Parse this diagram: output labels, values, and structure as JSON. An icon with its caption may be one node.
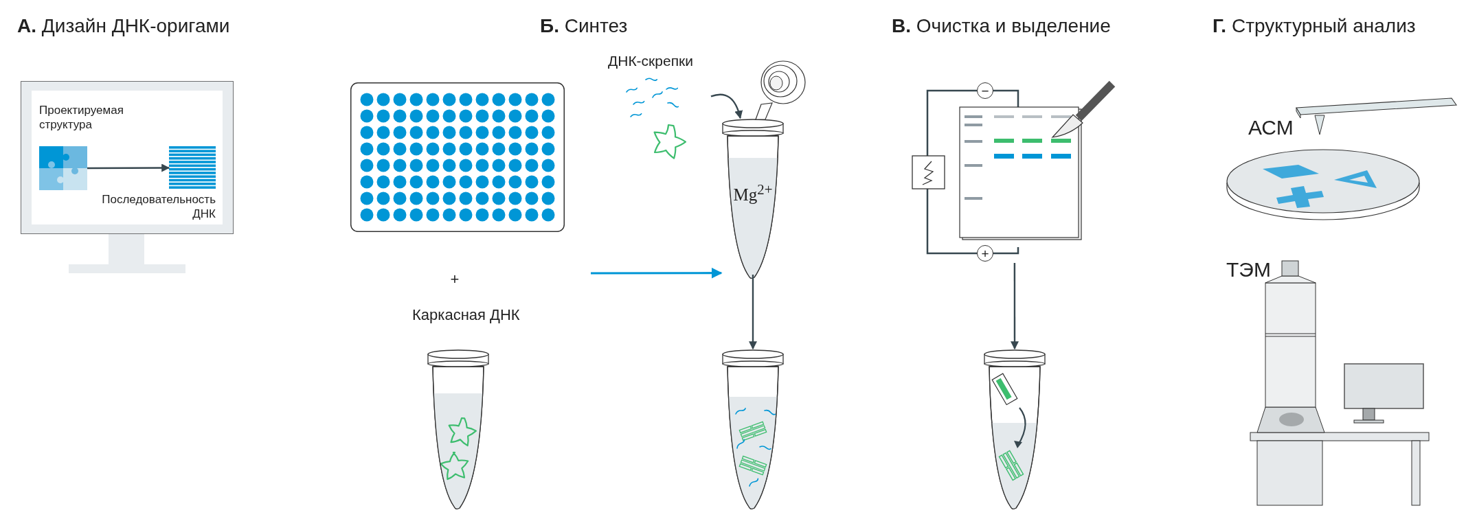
{
  "diagram": {
    "nodes": [
      {
        "text": [],
        "shape": "picture"
      },
      {
        "text": [],
        "shape": "picture",
        "in": 0
      },
      {
        "text": [],
        "shape": "picture",
        "in": 0
      },
      {
        "text": [],
        "shape": "picture"
      },
      {
        "text": [
          "Каркасная ДНК"
        ]
      },
      {
        "text": [
          "ДНК-скрепки"
        ]
      },
      {
        "text": [
          "Mg$^{2+}$"
        ]
      },
      {
        "text": [],
        "shape": "picture"
      },
      {
        "text": [],
        "shape": "picture"
      },
      {
        "text": [],
        "shape": "picture"
      },
      {
        "text": [
          "АСМ"
        ]
      },
      {
        "text": [
          "ТЭМ"
        ]
      }
    ],
    "edges": [
      {
        "from": 1,
        "to": 2,
        "arrow": "to"
      },
      {
        "from": 5,
        "to": 6,
        "arrow": "to"
      },
      {
        "from": null,
        "to": 6,
        "arrow": "to",
        "color": "#0096d6"
      },
      {
        "from": 6,
        "to": 7,
        "arrow": "to"
      },
      {
        "from": 8,
        "to": 9,
        "arrow": "to"
      }
    ],
    "labels": [
      "**А.** Дизайн ДНК-оригами",
      "Проектируемая структура",
      "Последовательность ДНК",
      "**Б.** Синтез",
      "+",
      "**В.** Очистка и выделение",
      "−",
      "+",
      "**Г.** Структурный анализ"
    ]
  }
}
